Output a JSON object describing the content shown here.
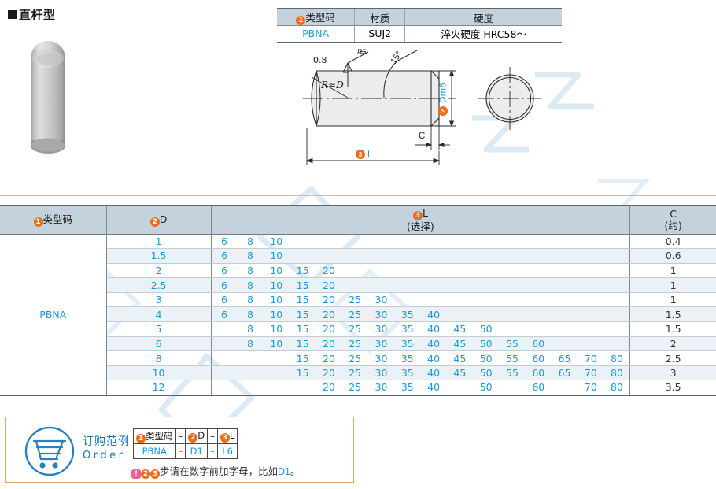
{
  "section": {
    "title": "直杆型"
  },
  "material_table": {
    "headers": [
      "类型码",
      "材质",
      "硬度"
    ],
    "header_badge": "1",
    "row": [
      "PBNA",
      "SUJ2",
      "淬火硬度  HRC58～"
    ]
  },
  "drawing": {
    "surface_finish": "0.8",
    "grind_label": "磨",
    "angle": "15°",
    "radius": "R≈D",
    "diameter": "Dm6",
    "diameter_badge": "2",
    "chamfer": "C",
    "length": "L",
    "length_badge": "3"
  },
  "spec_table": {
    "headers": {
      "type_code": "类型码",
      "type_badge": "1",
      "d": "D",
      "d_badge": "2",
      "l": "L",
      "l_badge": "3",
      "l_sub": "(选择)",
      "c": "C",
      "c_sub": "(约)"
    },
    "type_code": "PBNA",
    "l_columns": [
      6,
      8,
      10,
      15,
      20,
      25,
      30,
      35,
      40,
      45,
      50,
      55,
      60,
      65,
      70,
      80
    ],
    "rows": [
      {
        "d": "1",
        "l": [
          6,
          8,
          10
        ],
        "c": "0.4"
      },
      {
        "d": "1.5",
        "l": [
          6,
          8,
          10
        ],
        "c": "0.6"
      },
      {
        "d": "2",
        "l": [
          6,
          8,
          10,
          15,
          20
        ],
        "c": "1"
      },
      {
        "d": "2.5",
        "l": [
          6,
          8,
          10,
          15,
          20
        ],
        "c": "1"
      },
      {
        "d": "3",
        "l": [
          6,
          8,
          10,
          15,
          20,
          25,
          30
        ],
        "c": "1"
      },
      {
        "d": "4",
        "l": [
          6,
          8,
          10,
          15,
          20,
          25,
          30,
          35,
          40
        ],
        "c": "1.5"
      },
      {
        "d": "5",
        "l": [
          8,
          10,
          15,
          20,
          25,
          30,
          35,
          40,
          45,
          50
        ],
        "c": "1.5"
      },
      {
        "d": "6",
        "l": [
          8,
          10,
          15,
          20,
          25,
          30,
          35,
          40,
          45,
          50,
          55,
          60
        ],
        "c": "2"
      },
      {
        "d": "8",
        "l": [
          15,
          20,
          25,
          30,
          35,
          40,
          45,
          50,
          55,
          60,
          65,
          70,
          80
        ],
        "c": "2.5"
      },
      {
        "d": "10",
        "l": [
          15,
          20,
          25,
          30,
          35,
          40,
          45,
          50,
          55,
          60,
          65,
          70,
          80
        ],
        "c": "3"
      },
      {
        "d": "12",
        "l": [
          20,
          25,
          30,
          35,
          40,
          50,
          60,
          70,
          80
        ],
        "c": "3.5"
      }
    ]
  },
  "order": {
    "title_cn": "订购范例",
    "title_en": "Order",
    "headers": [
      "类型码",
      "–",
      "D",
      "–",
      "L"
    ],
    "header_badges": [
      "1",
      "",
      "2",
      "",
      "3"
    ],
    "values": [
      "PBNA",
      "–",
      "D1",
      "–",
      "L6"
    ],
    "note_prefix": "步请在数字前加字母，比如",
    "note_value": "D1",
    "note_suffix": "。",
    "note_badges": [
      "2",
      "3"
    ]
  },
  "colors": {
    "accent_orange": "#ef6c15",
    "link_blue": "#1b9ad6",
    "header_bg": "#c3d2dc",
    "order_border": "#f0a35e"
  }
}
